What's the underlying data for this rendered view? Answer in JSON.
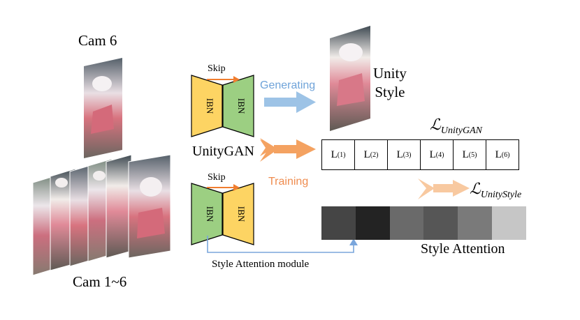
{
  "labels": {
    "cam6": "Cam 6",
    "cam1_6": "Cam 1~6",
    "unity_style_line1": "Unity",
    "unity_style_line2": "Style",
    "unitygan": "UnityGAN",
    "generating": "Generating",
    "training": "Training",
    "skip_top": "Skip",
    "skip_bottom": "Skip",
    "ibn": "IBN",
    "style_attention_module": "Style Attention module",
    "style_attention": "Style Attention"
  },
  "losses": {
    "unitygan_symbol": "ℒ",
    "unitygan_sub": "UnityGAN",
    "unitystyle_symbol": "ℒ",
    "unitystyle_sub": "UnityStyle"
  },
  "loss_boxes": [
    {
      "base": "L",
      "sub": "(1)"
    },
    {
      "base": "L",
      "sub": "(2)"
    },
    {
      "base": "L",
      "sub": "(3)"
    },
    {
      "base": "L",
      "sub": "(4)"
    },
    {
      "base": "L",
      "sub": "(5)"
    },
    {
      "base": "L",
      "sub": "(6)"
    }
  ],
  "attention_shades": [
    "#454545",
    "#232323",
    "#6a6a6a",
    "#565656",
    "#7a7a7a",
    "#c6c6c6"
  ],
  "colors": {
    "ibn_yellow": "#fdd463",
    "ibn_green": "#9ccf82",
    "generating_blue": "#9dc3e6",
    "training_orange": "#f4a261",
    "style_loss_peach": "#f8c9a0",
    "skip_arrow": "#f07d2f",
    "module_line": "#7aa6dc"
  }
}
